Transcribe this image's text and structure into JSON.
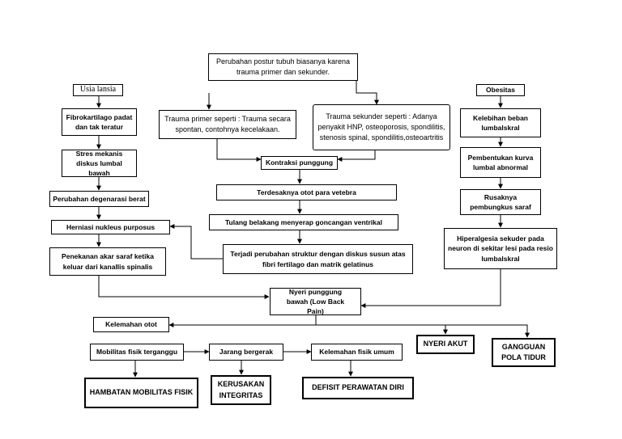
{
  "nodes": {
    "perubahan_postur": "Perubahan postur tubuh biasanya karena trauma primer dan sekunder.",
    "usia_lansia": "Usia lansia",
    "obesitas": "Obesitas",
    "trauma_primer": "Trauma primer seperti : Trauma secara spontan, contohnya kecelakaan.",
    "trauma_sekunder": "Trauma sekunder seperti : Adanya penyakit HNP, osteoporosis, spondilitis, stenosis spinal, spondilitis,osteoartritis",
    "fibrokartilago": "Fibrokartilago padat dan tak teratur",
    "stres_mekanis": "Stres mekanis diskus lumbal bawah",
    "perubahan_degenerasi": "Perubahan degenarasi berat",
    "herniasi": "Herniasi nukleus purposus",
    "penekanan_akar": "Penekanan akar saraf ketika keluar dari kanallis spinalis",
    "kontraksi": "Kontraksi punggung",
    "terdesaknya": "Terdesaknya otot para vetebra",
    "tulang_belakang": "Tulang belakang menyerap goncangan ventrikal",
    "terjadi_perubahan": "Terjadi perubahan struktur dengan diskus susun atas fibri fertilago dan matrik gelatinus",
    "kelebihan_beban": "Kelebihan beban lumbalskral",
    "pembentukan_kurva": "Pembentukan kurva lumbal abnormal",
    "rusaknya": "Rusaknya pembungkus saraf",
    "hiperalgesia": "Hiperalgesia sekuder pada neuron di sekitar lesi pada resio lumbalskral",
    "nyeri_punggung": "Nyeri punggung bawah (Low Back Pain)",
    "kelemahan_otot": "Kelemahan otot",
    "mobilitas": "Mobilitas fisik terganggu",
    "jarang_bergerak": "Jarang bergerak",
    "kelemahan_fisik": "Kelemahan fisik umum",
    "nyeri_akut": "NYERI AKUT",
    "gangguan_pola": "GANGGUAN POLA TIDUR",
    "hambatan": "HAMBATAN MOBILITAS FISIK",
    "kerusakan": "KERUSAKAN INTEGRITAS",
    "defisit": "DEFISIT PERAWATAN DIRI"
  }
}
